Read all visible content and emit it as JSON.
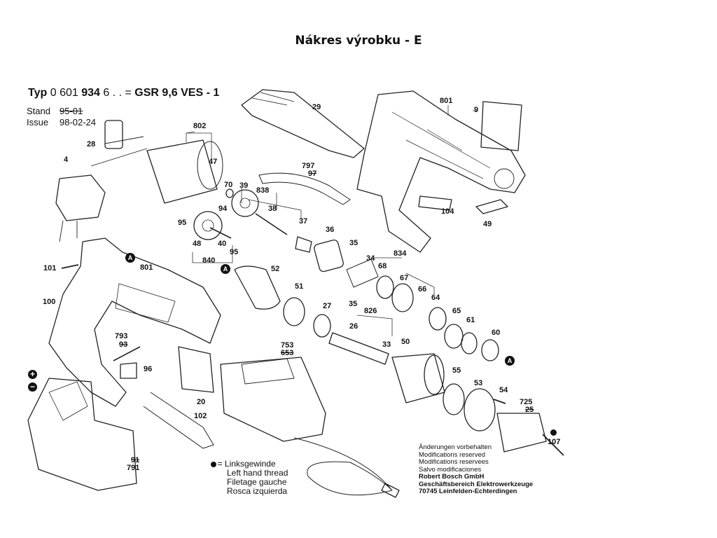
{
  "title": "Nákres výrobku - E",
  "header": {
    "typ_label": "Typ",
    "typ_number_a": "0 601",
    "typ_number_b": "934",
    "typ_number_c": "6 . . =",
    "model": "GSR 9,6  VES - 1",
    "stand_label": "Stand",
    "stand_value": "95-01",
    "issue_label": "Issue",
    "issue_value": "98-02-24"
  },
  "legend": {
    "bullet": "●",
    "lines": [
      "= Linksgewinde",
      "Left hand thread",
      "Filetage gauche",
      "Rosca izquierda"
    ]
  },
  "notes": {
    "lines": [
      "Änderungen vorbehalten",
      "Modifications reserved",
      "Modifications reservees",
      "Salvo modificaciones"
    ],
    "company": [
      "Robert Bosch GmbH",
      "Geschäftsbereich Elektrowerkzeuge",
      "70745 Leinfelden-Echterdingen"
    ]
  },
  "markers": {
    "circle_a": "A",
    "plus": "+",
    "minus": "−"
  },
  "part_labels": [
    {
      "id": "p28",
      "text": "28"
    },
    {
      "id": "p4",
      "text": "4"
    },
    {
      "id": "p802",
      "text": "802"
    },
    {
      "id": "p47",
      "text": "47"
    },
    {
      "id": "p70",
      "text": "70"
    },
    {
      "id": "p39",
      "text": "39"
    },
    {
      "id": "p94",
      "text": "94"
    },
    {
      "id": "p95a",
      "text": "95"
    },
    {
      "id": "p48",
      "text": "48"
    },
    {
      "id": "p40",
      "text": "40"
    },
    {
      "id": "p95b",
      "text": "95"
    },
    {
      "id": "p840",
      "text": "840"
    },
    {
      "id": "p838",
      "text": "838"
    },
    {
      "id": "p38",
      "text": "38"
    },
    {
      "id": "p37",
      "text": "37"
    },
    {
      "id": "p797a",
      "text": "797"
    },
    {
      "id": "p797b",
      "text": "97"
    },
    {
      "id": "p29",
      "text": "29"
    },
    {
      "id": "p801a",
      "text": "801"
    },
    {
      "id": "p9",
      "text": "9"
    },
    {
      "id": "p104",
      "text": "104"
    },
    {
      "id": "p49",
      "text": "49"
    },
    {
      "id": "p36",
      "text": "36"
    },
    {
      "id": "p35a",
      "text": "35"
    },
    {
      "id": "p34",
      "text": "34"
    },
    {
      "id": "p834",
      "text": "834"
    },
    {
      "id": "p68",
      "text": "68"
    },
    {
      "id": "p67",
      "text": "67"
    },
    {
      "id": "p66",
      "text": "66"
    },
    {
      "id": "p64",
      "text": "64"
    },
    {
      "id": "p52",
      "text": "52"
    },
    {
      "id": "p51",
      "text": "51"
    },
    {
      "id": "p27",
      "text": "27"
    },
    {
      "id": "p35b",
      "text": "35"
    },
    {
      "id": "p826",
      "text": "826"
    },
    {
      "id": "p26",
      "text": "26"
    },
    {
      "id": "p33",
      "text": "33"
    },
    {
      "id": "p65",
      "text": "65"
    },
    {
      "id": "p61",
      "text": "61"
    },
    {
      "id": "p60",
      "text": "60"
    },
    {
      "id": "p50",
      "text": "50"
    },
    {
      "id": "p55",
      "text": "55"
    },
    {
      "id": "p53",
      "text": "53"
    },
    {
      "id": "p54",
      "text": "54"
    },
    {
      "id": "p725a",
      "text": "725"
    },
    {
      "id": "p725b",
      "text": "25"
    },
    {
      "id": "p107",
      "text": "107"
    },
    {
      "id": "p101",
      "text": "101"
    },
    {
      "id": "p801b",
      "text": "801"
    },
    {
      "id": "p100",
      "text": "100"
    },
    {
      "id": "p793a",
      "text": "793"
    },
    {
      "id": "p793b",
      "text": "93"
    },
    {
      "id": "p96",
      "text": "96"
    },
    {
      "id": "p753a",
      "text": "753"
    },
    {
      "id": "p753b",
      "text": "653"
    },
    {
      "id": "p20",
      "text": "20"
    },
    {
      "id": "p102",
      "text": "102"
    },
    {
      "id": "p791a",
      "text": "91"
    },
    {
      "id": "p791b",
      "text": "791"
    }
  ]
}
